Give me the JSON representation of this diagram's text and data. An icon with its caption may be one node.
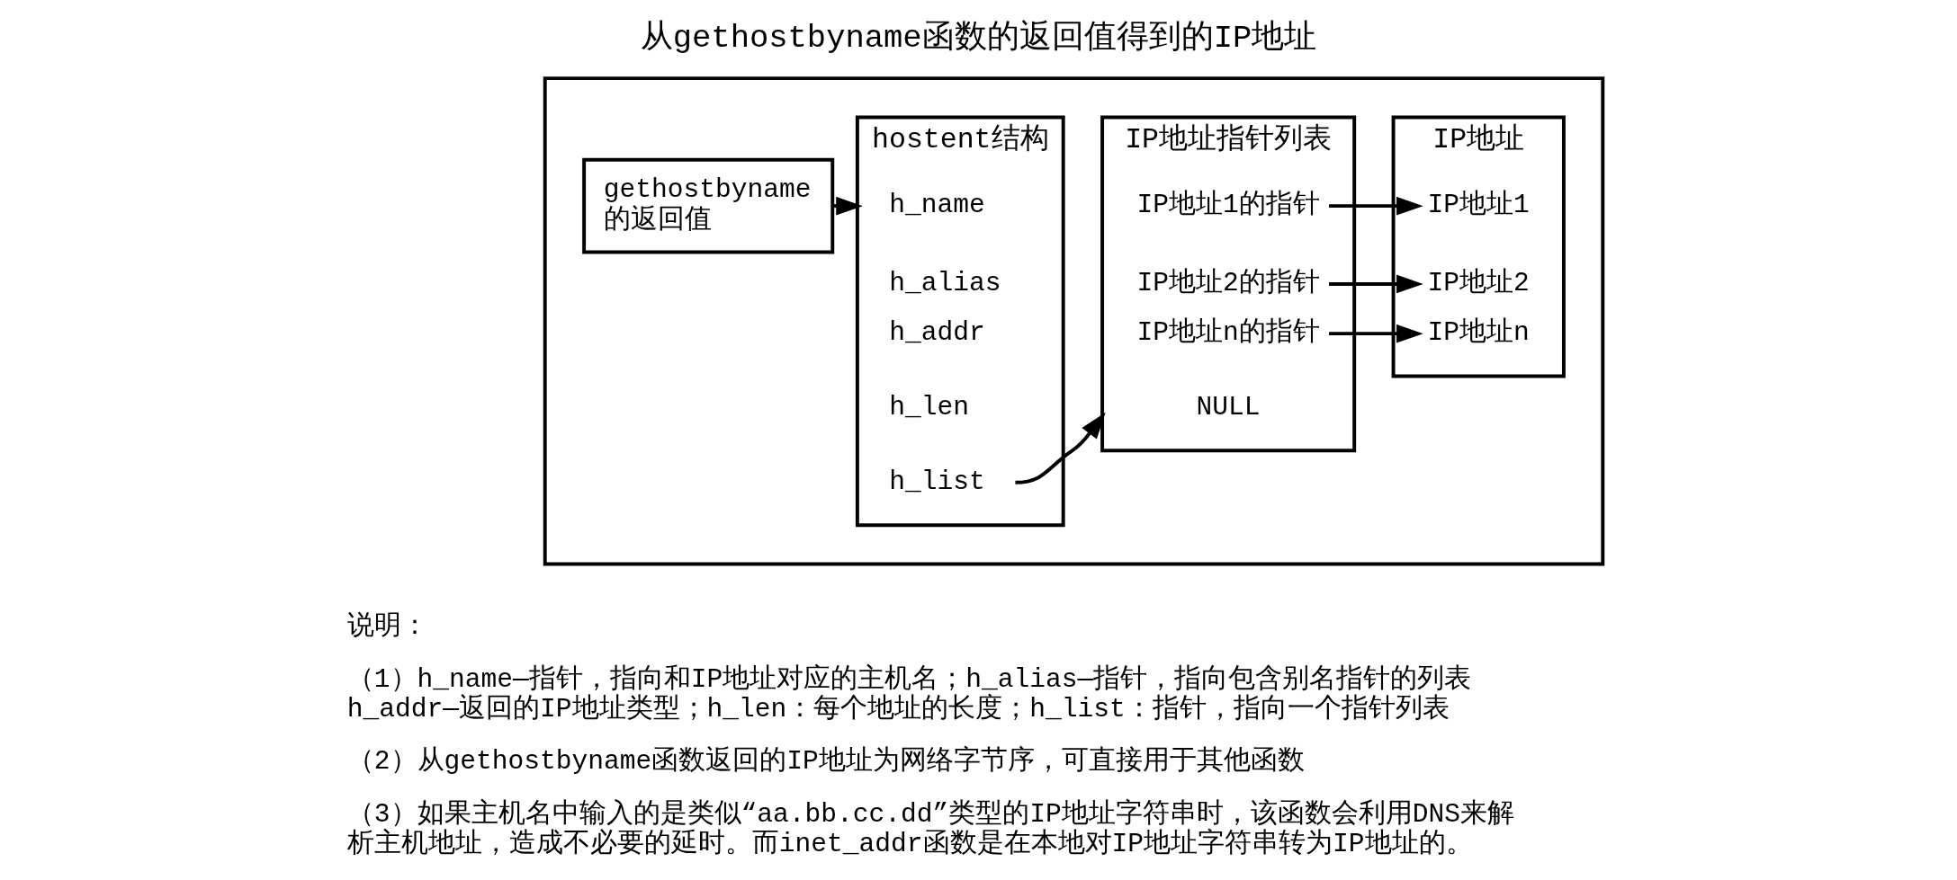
{
  "diagram": {
    "title": "从gethostbyname函数的返回值得到的IP地址",
    "nodes": [
      {
        "text": [],
        "shape": "box"
      },
      {
        "text": [
          "gethostbyname的返回值"
        ],
        "in": 0
      },
      {
        "text": [
          "hostent结构"
        ],
        "in": 0
      },
      {
        "text": [
          "h_name"
        ],
        "in": 2
      },
      {
        "text": [
          "h_alias"
        ],
        "in": 2
      },
      {
        "text": [
          "h_addr"
        ],
        "in": 2
      },
      {
        "text": [
          "h_len"
        ],
        "in": 2
      },
      {
        "text": [
          "h_list"
        ],
        "in": 2
      },
      {
        "text": [
          "IP地址指针列表"
        ],
        "in": 0
      },
      {
        "text": [
          "IP地址1的指针"
        ],
        "in": 8
      },
      {
        "text": [
          "IP地址2的指针"
        ],
        "in": 8
      },
      {
        "text": [
          "IP地址n的指针"
        ],
        "in": 8
      },
      {
        "text": [
          "NULL"
        ],
        "in": 8
      },
      {
        "text": [
          "IP地址"
        ],
        "in": 0
      },
      {
        "text": [
          "IP地址1"
        ],
        "in": 13
      },
      {
        "text": [
          "IP地址2"
        ],
        "in": 13
      },
      {
        "text": [
          "IP地址n"
        ],
        "in": 13
      }
    ],
    "edges": [
      {
        "from": 1,
        "to": 2,
        "arrow": "to"
      },
      {
        "from": 7,
        "to": 8,
        "arrow": "to"
      },
      {
        "from": 9,
        "to": 14,
        "arrow": "to"
      },
      {
        "from": 10,
        "to": 15,
        "arrow": "to"
      },
      {
        "from": 11,
        "to": 16,
        "arrow": "to"
      }
    ],
    "labels": [
      "说明：",
      "（1）h_name—指针，指向和IP地址对应的主机名；h_alias—指针，指向包含别名指针的列表h_addr—返回的IP地址类型；h_len：每个地址的长度；h_list：指针，指向一个指针列表",
      "（2）从gethostbyname函数返回的IP地址为网络字节序，可直接用于其他函数",
      "（3）如果主机名中输入的是类似“aa.bb.cc.dd”类型的IP地址字符串时，该函数会利用DNS来解析主机地址，造成不必要的延时。而inet_addr函数是在本地对IP地址字符串转为IP地址的。"
    ]
  }
}
